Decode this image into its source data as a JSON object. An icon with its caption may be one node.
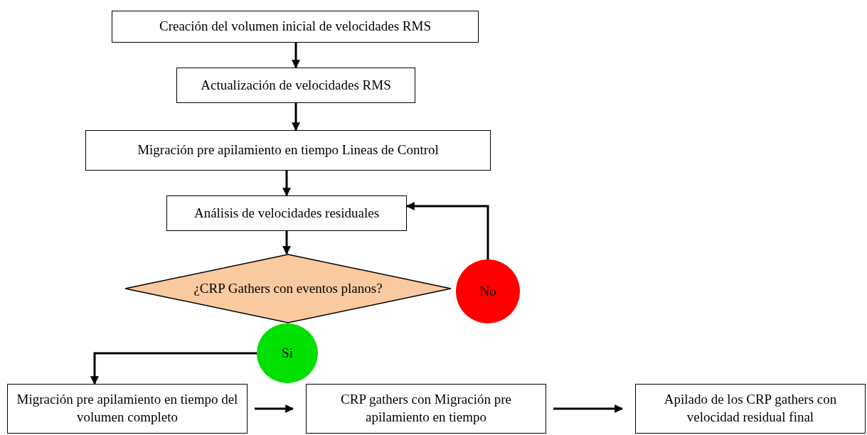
{
  "diagram": {
    "nodes": [
      {
        "text": [
          "Creación del volumen inicial de velocidades RMS"
        ]
      },
      {
        "text": [
          "Actualización de velocidades RMS"
        ]
      },
      {
        "text": [
          "Migración pre apilamiento en tiempo Lineas de Control"
        ]
      },
      {
        "text": [
          "Análisis de velocidades residuales"
        ]
      },
      {
        "text": [
          "¿CRP Gathers con eventos planos?"
        ]
      },
      {
        "text": [
          "No"
        ]
      },
      {
        "text": [
          "Si"
        ]
      },
      {
        "text": [
          "Migración pre apilamiento en tiempo del volumen completo"
        ]
      },
      {
        "text": [
          "CRP gathers con Migración pre apilamiento en tiempo"
        ]
      },
      {
        "text": [
          "Apilado de los CRP gathers con velocidad residual final"
        ]
      }
    ],
    "edges": [
      {
        "from": 0,
        "to": 1,
        "arrow": "to"
      },
      {
        "from": 1,
        "to": 2,
        "arrow": "to"
      },
      {
        "from": 2,
        "to": 3,
        "arrow": "to"
      },
      {
        "from": 3,
        "to": 4,
        "arrow": "to"
      },
      {
        "from": 5,
        "to": 3,
        "arrow": "to"
      },
      {
        "from": 6,
        "to": 7,
        "arrow": "to"
      },
      {
        "from": 7,
        "to": 8,
        "arrow": "to"
      },
      {
        "from": 8,
        "to": 9,
        "arrow": "to"
      }
    ]
  }
}
